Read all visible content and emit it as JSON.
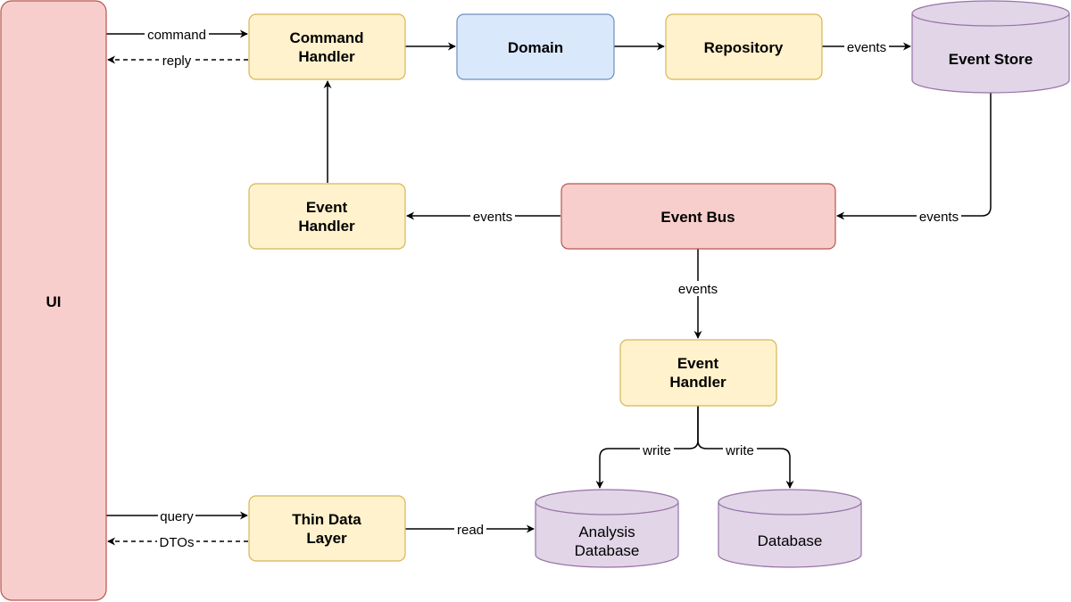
{
  "nodes": {
    "ui": {
      "label": "UI"
    },
    "command_handler": {
      "line1": "Command",
      "line2": "Handler"
    },
    "domain": {
      "label": "Domain"
    },
    "repository": {
      "label": "Repository"
    },
    "event_store": {
      "label": "Event Store"
    },
    "event_handler_left": {
      "line1": "Event",
      "line2": "Handler"
    },
    "event_bus": {
      "label": "Event Bus"
    },
    "event_handler_bottom": {
      "line1": "Event",
      "line2": "Handler"
    },
    "thin_data_layer": {
      "line1": "Thin Data",
      "line2": "Layer"
    },
    "analysis_db": {
      "line1": "Analysis",
      "line2": "Database"
    },
    "database": {
      "label": "Database"
    }
  },
  "edges": {
    "command": "command",
    "reply": "reply",
    "events_repo_store": "events",
    "events_store_bus": "events",
    "events_bus_handler_left": "events",
    "events_bus_handler_bottom": "events",
    "write_analysis": "write",
    "write_database": "write",
    "query": "query",
    "dtos": "DTOs",
    "read": "read"
  },
  "colors": {
    "yellow_fill": "#fff2cc",
    "yellow_stroke": "#d6b656",
    "blue_fill": "#dae8fc",
    "blue_stroke": "#6c8ebf",
    "red_fill": "#f8cecc",
    "red_stroke": "#b85450",
    "purple_fill": "#e1d5e7",
    "purple_stroke": "#9673a6"
  }
}
